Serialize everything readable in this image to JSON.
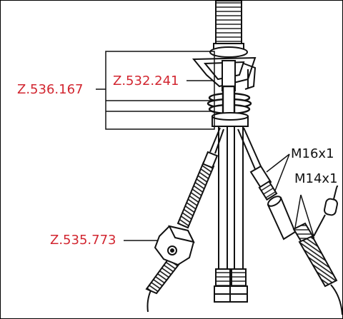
{
  "labels": {
    "z536167": "Z.536.167",
    "z532241": "Z.532.241",
    "z535773": "Z.535.773",
    "m16x1": "M16x1",
    "m14x1": "M14x1"
  },
  "colors": {
    "part_number": "#d22630",
    "thread_label": "#111111",
    "line": "#111111"
  }
}
